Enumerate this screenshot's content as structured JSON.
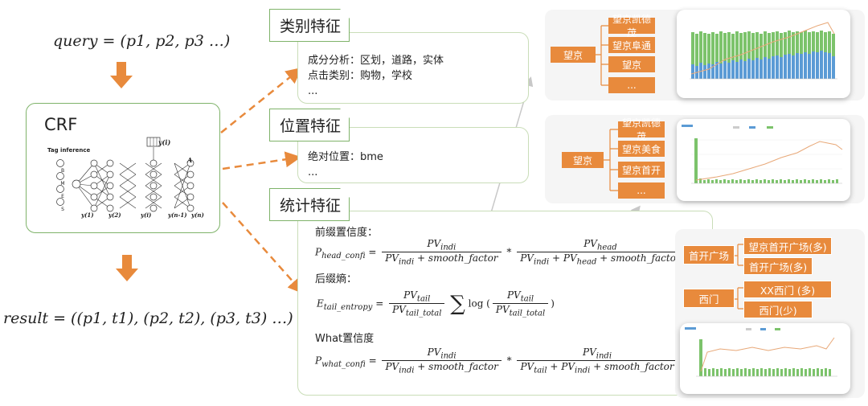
{
  "query_formula": "query = (p1, p2, p3 …)",
  "result_formula": "result = ((p1, t1), (p2, t2), (p3, t3) …)",
  "crf": {
    "title": "CRF",
    "tag_inference": "Tag inference",
    "state_labels": [
      "B",
      "M",
      "E",
      "S"
    ],
    "y_labels": [
      "y(1)",
      "y(2)",
      "y(i)",
      "y(n-1)",
      "y(n)"
    ],
    "top_label": "y(i)",
    "a_label": "A"
  },
  "category": {
    "title": "类别特征",
    "lines": [
      "成分分析：区划，道路，实体",
      "点击类别：购物，学校",
      "..."
    ]
  },
  "position": {
    "title": "位置特征",
    "lines": [
      "绝对位置：bme",
      "..."
    ]
  },
  "statistics": {
    "title": "统计特征",
    "prefix_label": "前缀置信度：",
    "suffix_label": "后缀熵：",
    "what_label": "What置信度"
  },
  "tree1": {
    "root": "望京",
    "children": [
      "望京凯德茂",
      "望京阜通",
      "望京",
      "..."
    ]
  },
  "tree2": {
    "root": "望京",
    "children": [
      "望京凯德茂",
      "望京美食",
      "望京首开",
      "..."
    ]
  },
  "tree3": {
    "groups": [
      {
        "root": "首开广场",
        "children": [
          "望京首开广场(多)",
          "首开广场(多)"
        ]
      },
      {
        "root": "西门",
        "children": [
          "XX西门 (多)",
          "西门(少)"
        ]
      }
    ]
  },
  "colors": {
    "green": "#7fb36a",
    "orange": "#e88a3c",
    "blue": "#5b9bd5",
    "bar_green": "#7cc36b",
    "line_orange": "#e8a878"
  }
}
